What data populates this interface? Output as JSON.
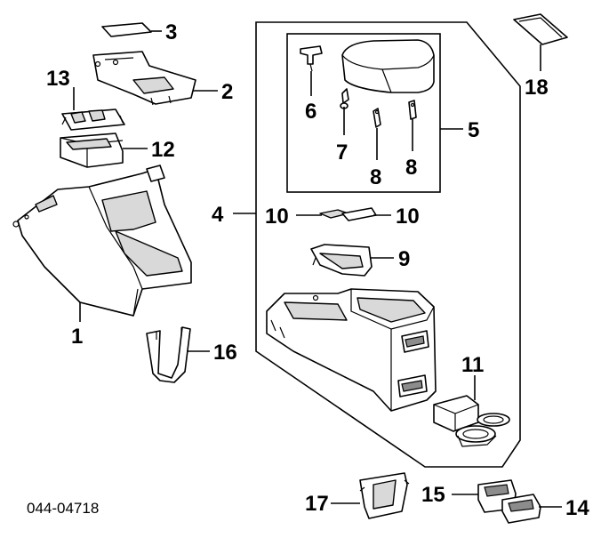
{
  "diagram": {
    "catalog_code": "044-04718",
    "labels": {
      "p1": "1",
      "p2": "2",
      "p3": "3",
      "p4": "4",
      "p5": "5",
      "p6": "6",
      "p7": "7",
      "p8a": "8",
      "p8b": "8",
      "p9": "9",
      "p10a": "10",
      "p10b": "10",
      "p11": "11",
      "p12": "12",
      "p13": "13",
      "p14": "14",
      "p15": "15",
      "p16": "16",
      "p17": "17",
      "p18": "18"
    }
  }
}
